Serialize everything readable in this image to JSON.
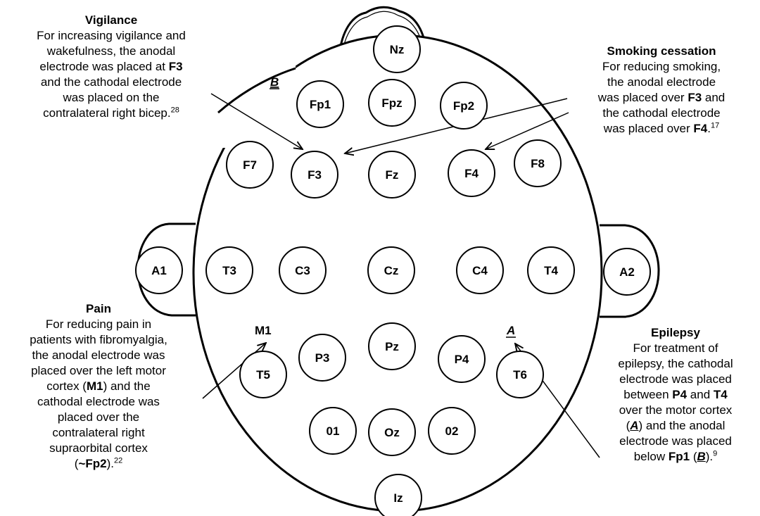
{
  "electrodes": [
    {
      "id": "nz",
      "label": "Nz"
    },
    {
      "id": "fp1",
      "label": "Fp1"
    },
    {
      "id": "fpz",
      "label": "Fpz"
    },
    {
      "id": "fp2",
      "label": "Fp2"
    },
    {
      "id": "f7",
      "label": "F7"
    },
    {
      "id": "f3",
      "label": "F3"
    },
    {
      "id": "fz",
      "label": "Fz"
    },
    {
      "id": "f4",
      "label": "F4"
    },
    {
      "id": "f8",
      "label": "F8"
    },
    {
      "id": "a1",
      "label": "A1"
    },
    {
      "id": "t3",
      "label": "T3"
    },
    {
      "id": "c3",
      "label": "C3"
    },
    {
      "id": "cz",
      "label": "Cz"
    },
    {
      "id": "c4",
      "label": "C4"
    },
    {
      "id": "t4",
      "label": "T4"
    },
    {
      "id": "a2",
      "label": "A2"
    },
    {
      "id": "t5",
      "label": "T5"
    },
    {
      "id": "p3",
      "label": "P3"
    },
    {
      "id": "pz",
      "label": "Pz"
    },
    {
      "id": "p4",
      "label": "P4"
    },
    {
      "id": "t6",
      "label": "T6"
    },
    {
      "id": "o1",
      "label": "01"
    },
    {
      "id": "oz",
      "label": "Oz"
    },
    {
      "id": "o2",
      "label": "02"
    },
    {
      "id": "iz",
      "label": "Iz"
    }
  ],
  "markers": {
    "b": "B",
    "a": "A",
    "m1": "M1"
  },
  "annotations": {
    "vigilance": {
      "title": "Vigilance",
      "t1": "For increasing vigilance and",
      "t2": "wakefulness, the anodal",
      "t3": "electrode was placed at ",
      "t3b": "F3",
      "t4": "and the cathodal electrode",
      "t5": "was placed on the",
      "t6": "contralateral right bicep.",
      "ref": "28"
    },
    "smoking": {
      "title": "Smoking cessation",
      "t1": "For reducing smoking,",
      "t2": "the anodal electrode",
      "t3": "was placed over ",
      "t3b": "F3",
      "t3c": " and",
      "t4": "the cathodal electrode",
      "t5": "was placed over ",
      "t5b": "F4",
      "t5c": ".",
      "ref": "17"
    },
    "pain": {
      "title": "Pain",
      "t1": "For reducing pain in",
      "t2": "patients with fibromyalgia,",
      "t3": "the anodal electrode was",
      "t4": "placed over the left motor",
      "t5": "cortex (",
      "t5b": "M1",
      "t5c": ") and the",
      "t6": "cathodal electrode was",
      "t7": "placed over the",
      "t8": "contralateral right",
      "t9": "supraorbital cortex",
      "t10": "(",
      "t10b": "~Fp2",
      "t10c": ").",
      "ref": "22"
    },
    "epilepsy": {
      "title": "Epilepsy",
      "t1": "For treatment of",
      "t2": "epilepsy, the cathodal",
      "t3": "electrode was placed",
      "t4": "between ",
      "t4b": "P4",
      "t4c": " and ",
      "t4d": "T4",
      "t5": "over the motor cortex",
      "t6": "(",
      "t6b": "A",
      "t6c": ") and the anodal",
      "t7": "electrode was placed",
      "t8": "below ",
      "t8b": "Fp1",
      "t8c": " (",
      "t8d": "B",
      "t8e": ").",
      "ref": "9"
    }
  }
}
